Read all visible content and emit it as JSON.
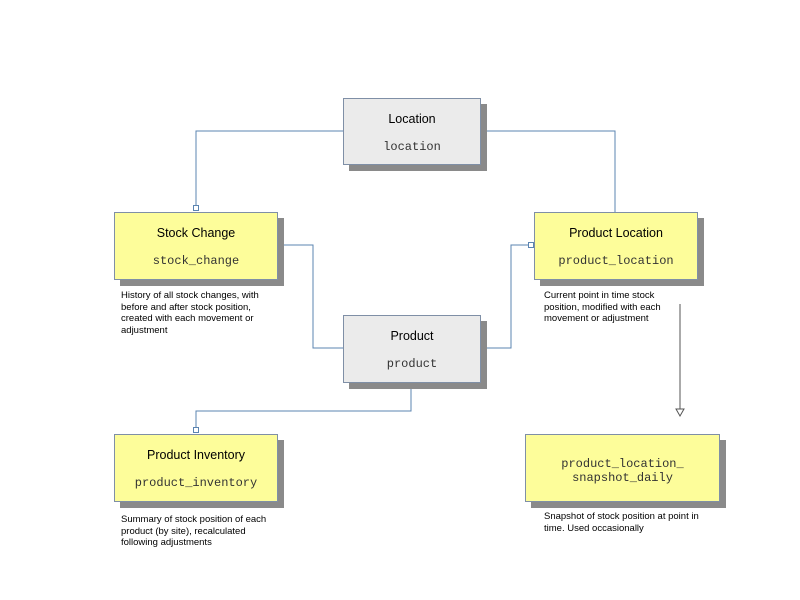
{
  "entities": {
    "location": {
      "title": "Location",
      "table": "location"
    },
    "stock_change": {
      "title": "Stock Change",
      "table": "stock_change"
    },
    "product_location": {
      "title": "Product Location",
      "table": "product_location"
    },
    "product": {
      "title": "Product",
      "table": "product"
    },
    "product_inventory": {
      "title": "Product Inventory",
      "table": "product_inventory"
    },
    "product_location_snapshot_daily": {
      "title": "",
      "table": "product_location_\nsnapshot_daily"
    }
  },
  "notes": {
    "stock_change": "History of all stock changes, with before and after stock position, created with each movement or adjustment",
    "product_location": "Current point in time stock position, modified with each movement or adjustment",
    "product_inventory": "Summary of stock position of each product (by site), recalculated following adjustments",
    "product_location_snapshot_daily": "Snapshot of stock position at point in time. Used occasionally"
  },
  "colors": {
    "table_box": "#ebebeb",
    "view_box": "#fdfd9a",
    "connector": "#5b84b1",
    "arrow": "#555555",
    "shadow": "#8a8a8a"
  }
}
